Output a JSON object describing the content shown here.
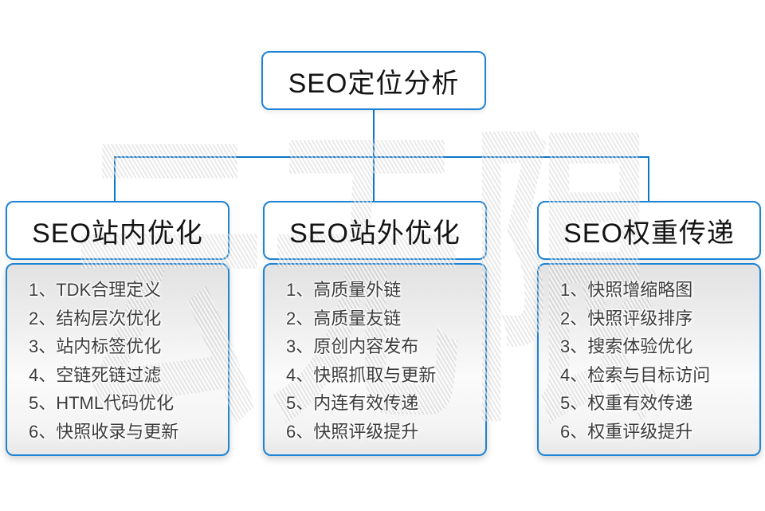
{
  "watermark": {
    "text": "云无限"
  },
  "root": {
    "title": "SEO定位分析"
  },
  "columns": [
    {
      "title": "SEO站内优化",
      "items": [
        "1、TDK合理定义",
        "2、结构层次优化",
        "3、站内标签优化",
        "4、空链死链过滤",
        "5、HTML代码优化",
        "6、快照收录与更新"
      ]
    },
    {
      "title": "SEO站外优化",
      "items": [
        "1、高质量外链",
        "2、高质量友链",
        "3、原创内容发布",
        "4、快照抓取与更新",
        "5、内连有效传递",
        "6、快照评级提升"
      ]
    },
    {
      "title": "SEO权重传递",
      "items": [
        "1、快照增缩略图",
        "2、快照评级排序",
        "3、搜索体验优化",
        "4、检索与目标访问",
        "5、权重有效传递",
        "6、权重评级提升"
      ]
    }
  ],
  "colors": {
    "connector_blue": "#0e76c8",
    "border_blue": "#1d83d4",
    "watermark_gray": "#ebebeb"
  }
}
